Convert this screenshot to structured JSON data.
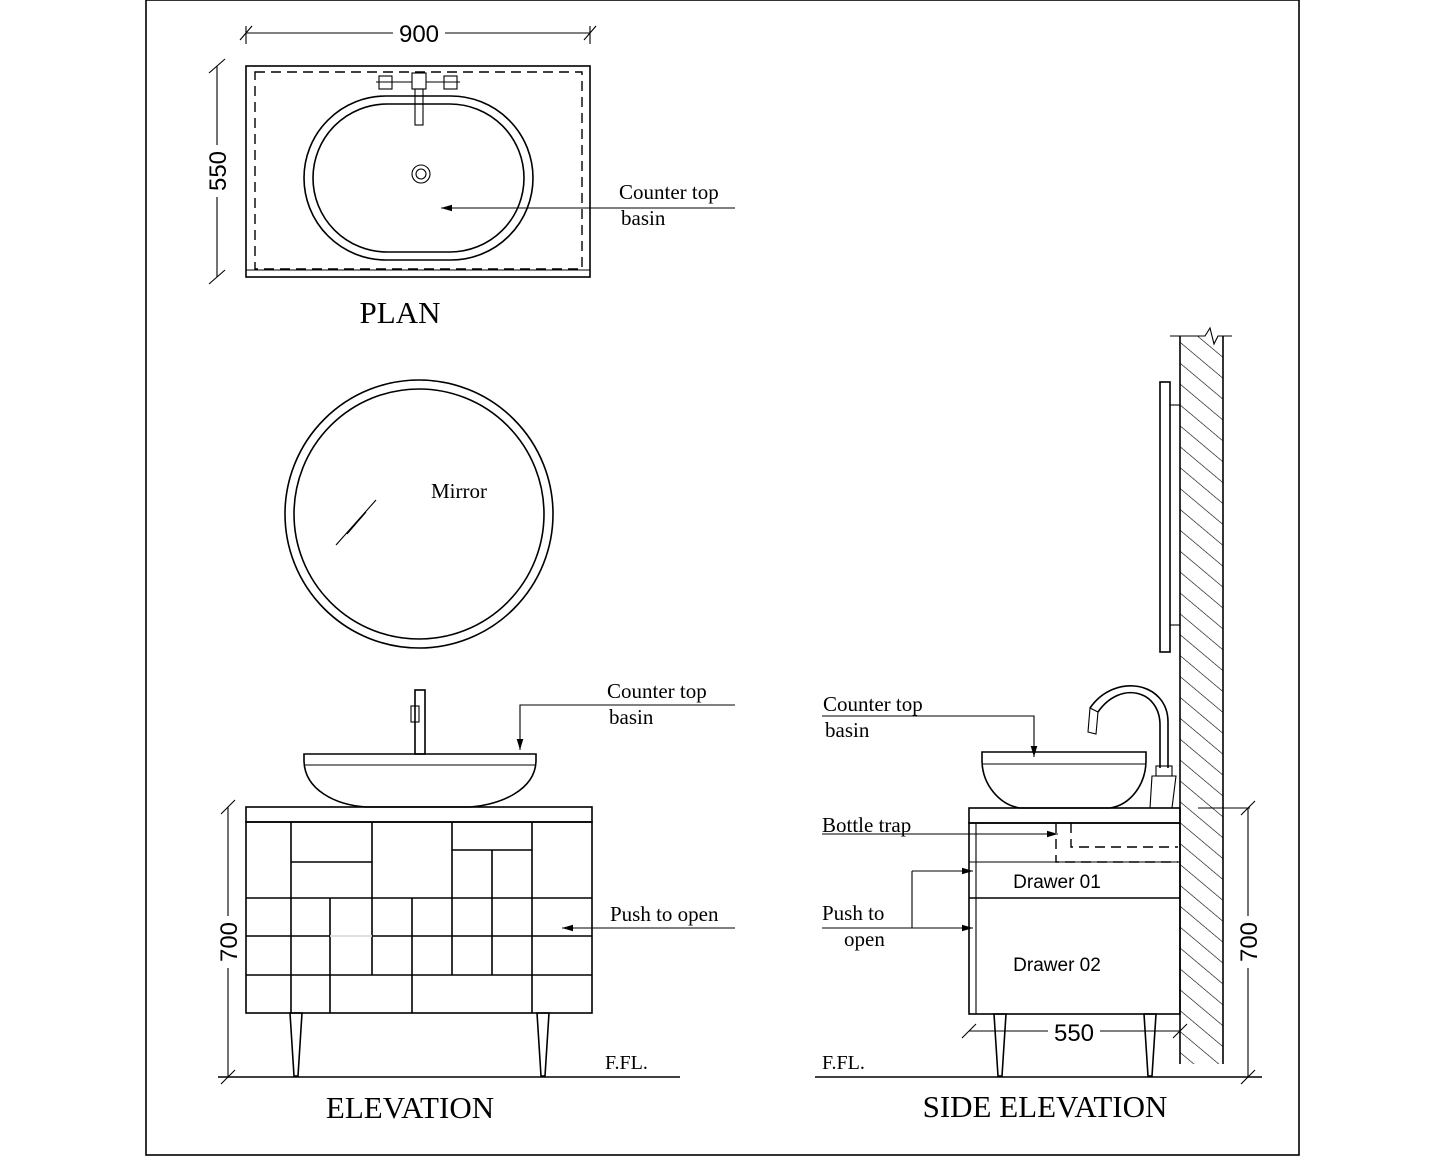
{
  "dimensions": {
    "plan_width": "900",
    "plan_depth": "550",
    "elevation_height": "700",
    "side_height": "700",
    "side_depth": "550"
  },
  "views": {
    "plan": "PLAN",
    "elevation": "ELEVATION",
    "side_elevation": "SIDE ELEVATION"
  },
  "labels": {
    "counter_top_line1": "Counter top",
    "counter_top_line2": "basin",
    "mirror": "Mirror",
    "push_to_open": "Push to open",
    "push_to": "Push to",
    "open": "open",
    "bottle_trap": "Bottle trap",
    "drawer_01": "Drawer 01",
    "drawer_02": "Drawer 02",
    "ffl": "F.FL."
  }
}
